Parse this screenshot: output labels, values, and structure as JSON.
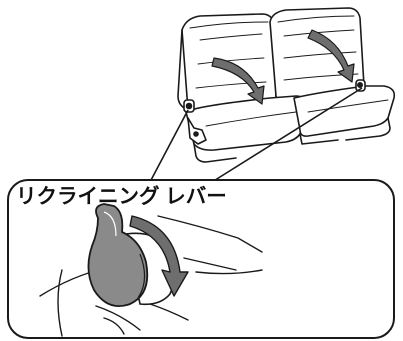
{
  "callout": {
    "label": "リクライニング レバー"
  },
  "colors": {
    "line": "#1a1a1a",
    "seat_fill": "#ffffff",
    "arrow_fill": "#6e6e6e",
    "knob_fill": "#8a8a8a"
  },
  "icons": {
    "recline_arrow_left": "curved-down-arrow",
    "recline_arrow_right": "curved-down-arrow",
    "lever_direction_arrow": "curved-down-arrow"
  }
}
